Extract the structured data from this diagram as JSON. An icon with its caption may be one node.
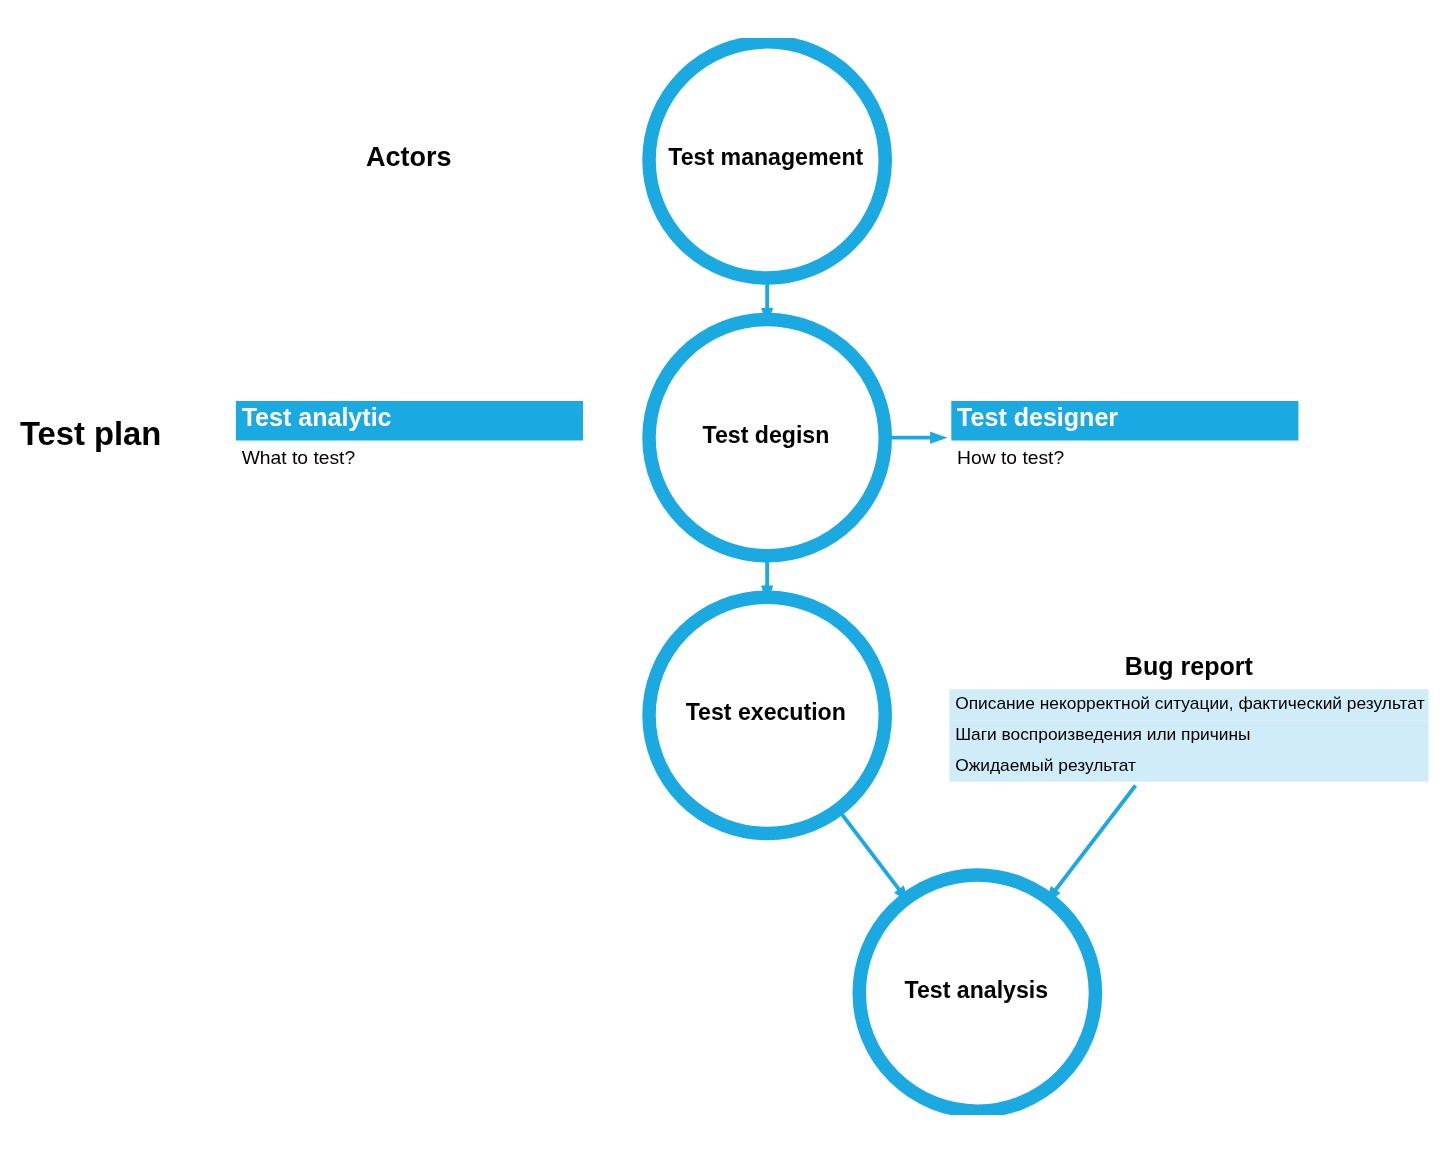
{
  "diagram": {
    "nodes": [
      {
        "text": [
          "Test management"
        ]
      },
      {
        "text": [
          "Test degisn"
        ]
      },
      {
        "text": [
          "Test execution"
        ]
      },
      {
        "text": [
          "Test analysis"
        ]
      },
      {
        "text": [
          "Test analytic",
          "What to test?"
        ]
      },
      {
        "text": [
          "Test designer",
          "How to test?"
        ]
      },
      {
        "text": [
          "Bug report",
          "Описание некорректной ситуации, фактический результат",
          "Шаги воспроизведения или причины",
          "Ожидаемый результат"
        ]
      }
    ],
    "edges": [
      {
        "from": 0,
        "to": 1,
        "arrow": "to"
      },
      {
        "from": 1,
        "to": 2,
        "arrow": "to"
      },
      {
        "from": 2,
        "to": 3,
        "arrow": "to"
      },
      {
        "from": 1,
        "to": 5,
        "arrow": "to"
      },
      {
        "from": 6,
        "to": 3,
        "arrow": "to"
      }
    ],
    "labels": [
      "Test plan",
      "Actors"
    ]
  }
}
